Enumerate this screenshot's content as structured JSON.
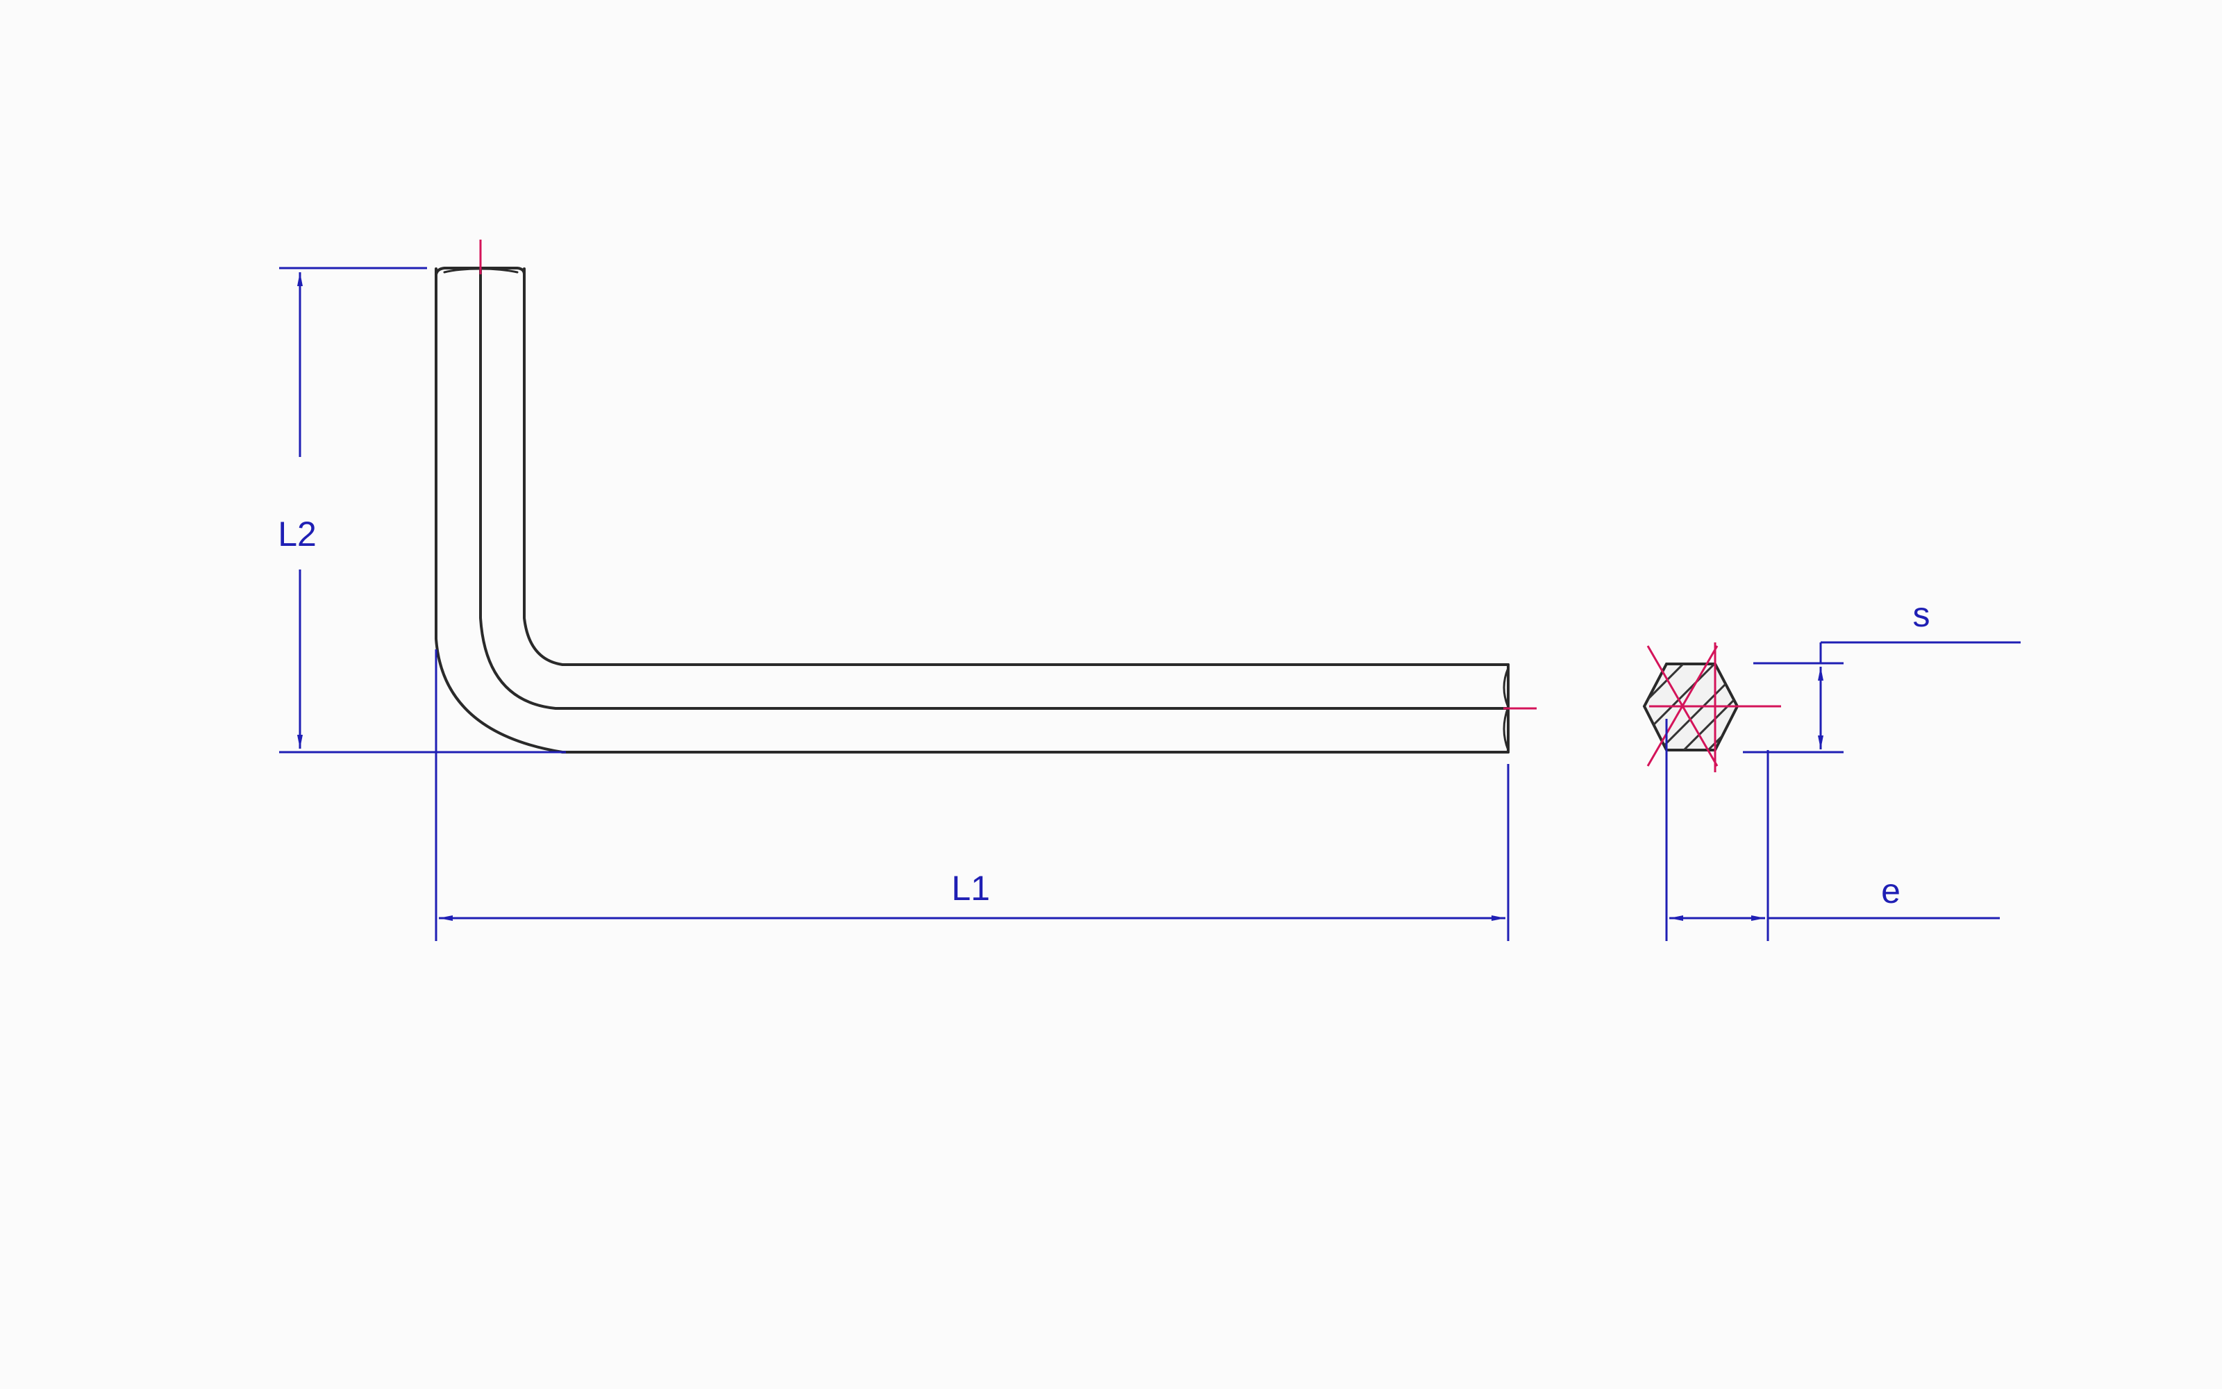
{
  "drawing": {
    "labels": {
      "l2": "L2",
      "l1": "L1",
      "s": "s",
      "e": "e"
    },
    "colors": {
      "background": "#fbfbfb",
      "outline": "#2a2a2a",
      "dimension": "#1f1fb4",
      "centerline": "#d4145a",
      "hatch": "#333333"
    }
  }
}
